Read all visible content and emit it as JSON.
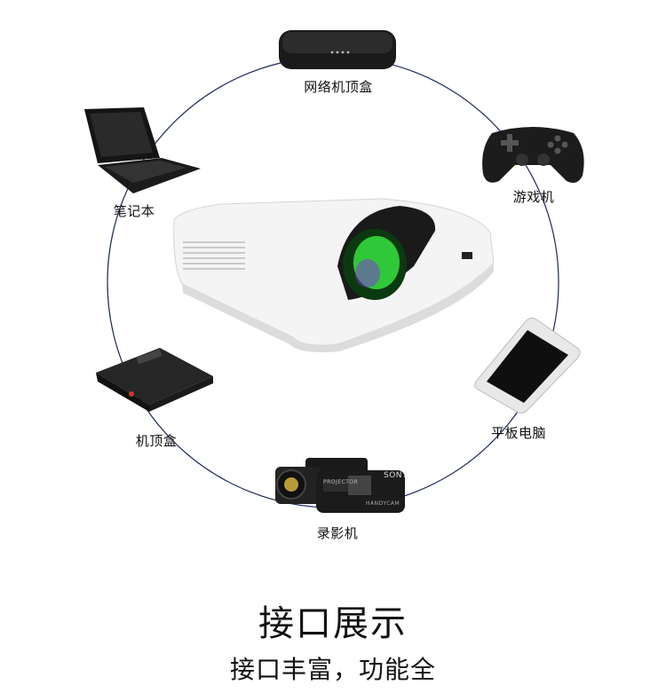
{
  "devices": {
    "set_top_box_network": "网络机顶盒",
    "game_console": "游戏机",
    "laptop": "笔记本",
    "tablet": "平板电脑",
    "set_top_box": "机顶盒",
    "camcorder": "录影机"
  },
  "camcorder_brand": "SONY",
  "camcorder_model": "PROJECTOR",
  "camcorder_sub": "HANDYCAM",
  "heading": {
    "title": "接口展示",
    "subtitle": "接口丰富，功能全"
  },
  "colors": {
    "ring": "#1d2a5a",
    "accent_green": "#37e23f",
    "device_dark": "#1b1b1b"
  }
}
